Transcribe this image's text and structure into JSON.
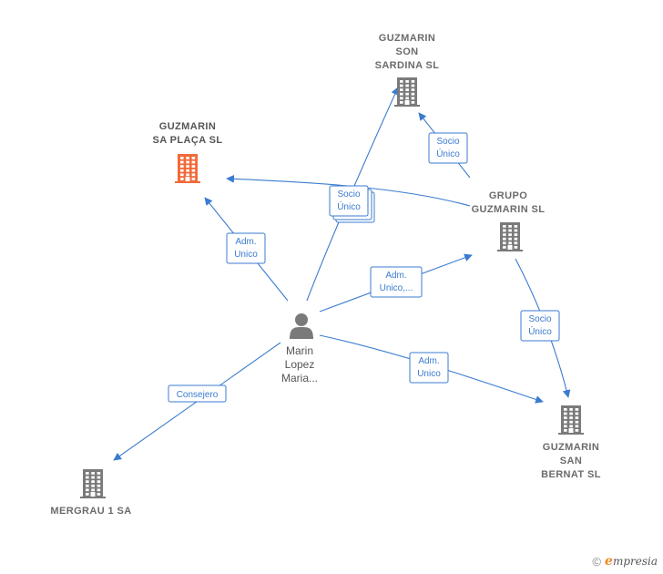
{
  "colors": {
    "edge": "#3b7bd0",
    "building": "#7a7a7a",
    "building_highlight": "#f06a3a",
    "person": "#7a7a7a"
  },
  "nodes": [
    {
      "id": "sapl",
      "lines": [
        "GUZMARIN",
        "SA PLAÇA  SL"
      ],
      "icon": "building-icon",
      "highlight": true
    },
    {
      "id": "sons",
      "lines": [
        "GUZMARIN",
        "SON",
        "SARDINA  SL"
      ],
      "icon": "building-icon",
      "highlight": false
    },
    {
      "id": "grupo",
      "lines": [
        "GRUPO",
        "GUZMARIN  SL"
      ],
      "icon": "building-icon",
      "highlight": false
    },
    {
      "id": "sanb",
      "lines": [
        "GUZMARIN",
        "SAN",
        "BERNAT  SL"
      ],
      "icon": "building-icon",
      "highlight": false
    },
    {
      "id": "merg",
      "lines": [
        "MERGRAU 1 SA"
      ],
      "icon": "building-icon",
      "highlight": false
    },
    {
      "id": "person",
      "lines": [
        "Marin",
        "Lopez",
        "Maria..."
      ],
      "icon": "person-icon",
      "highlight": false
    }
  ],
  "edges": [
    {
      "id": "e1",
      "lines": [
        "Adm.",
        "Unico"
      ]
    },
    {
      "id": "e2",
      "lines": [
        "Socio",
        "Único"
      ]
    },
    {
      "id": "e3",
      "lines": [
        "Socio",
        "Único"
      ]
    },
    {
      "id": "e4",
      "lines": [
        "Adm.",
        "Unico,..."
      ]
    },
    {
      "id": "e5",
      "lines": [
        "Socio",
        "Único"
      ]
    },
    {
      "id": "e6",
      "lines": [
        "Adm.",
        "Unico"
      ]
    },
    {
      "id": "e7",
      "lines": [
        "Consejero"
      ]
    }
  ],
  "footer": {
    "copyright_symbol": "©",
    "brand_initial": "e",
    "brand_rest": "mpresia"
  }
}
